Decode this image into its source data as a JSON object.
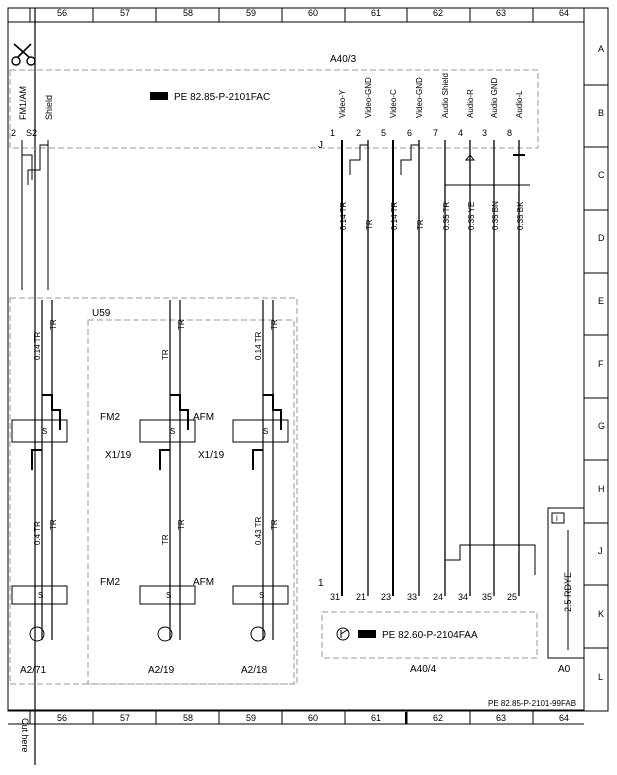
{
  "columns": [
    "56",
    "57",
    "58",
    "59",
    "60",
    "61",
    "62",
    "63",
    "64"
  ],
  "rows": [
    "A",
    "B",
    "C",
    "D",
    "E",
    "F",
    "G",
    "H",
    "J",
    "K",
    "L"
  ],
  "connectors": {
    "a40_3": {
      "id": "A40/3",
      "ref": "PE 82.85-P-2101FAC",
      "pin_labels": [
        "Video-Y",
        "Video-GND",
        "Video-C",
        "Video-GND",
        "Audio Shield",
        "Audio-R",
        "Audio GND",
        "Audio-L"
      ],
      "pins": [
        "1",
        "2",
        "5",
        "6",
        "7",
        "4",
        "3",
        "8"
      ],
      "j_label": "J"
    },
    "left_stub": {
      "labels": [
        "FM1/AM",
        "Shield"
      ],
      "pins": [
        "2",
        "S2"
      ]
    },
    "a40_4": {
      "id": "A40/4",
      "ref": "PE 82.60-P-2104FAA",
      "pins": [
        "31",
        "21",
        "23",
        "33",
        "24",
        "34",
        "35",
        "25"
      ],
      "pin1": "1"
    },
    "u59": {
      "id": "U59"
    },
    "ground": {
      "id": "A0",
      "wire": "2.5 RDYE"
    }
  },
  "wires": [
    "0.14 TR",
    "TR",
    "0.14 TR",
    "TR",
    "0.35 TR",
    "0.35 YE",
    "0.35 BN",
    "0.35 BK"
  ],
  "tuners": [
    {
      "top": "0.14 TR",
      "top2": "TR",
      "bottom": "0.4 TR",
      "bottom2": "TR",
      "s": "S",
      "comp": "A2/71",
      "fm": "",
      "xlabel": ""
    },
    {
      "top": "TR",
      "top2": "TR",
      "bottom": "TR",
      "bottom2": "TR",
      "s": "S",
      "comp": "A2/19",
      "fm": "FM2",
      "xlabel": "X1/19",
      "fm_bottom": "FM2"
    },
    {
      "top": "0.14 TR",
      "top2": "TR",
      "bottom": "0.43 TR",
      "bottom2": "TR",
      "s": "S",
      "comp": "A2/18",
      "fm": "AFM",
      "xlabel": "X1/19",
      "fm_bottom": "AFM"
    }
  ],
  "footer": {
    "page_ref": "PE 82.85-P-2101-99FAB",
    "cut_here": "Cut here"
  }
}
